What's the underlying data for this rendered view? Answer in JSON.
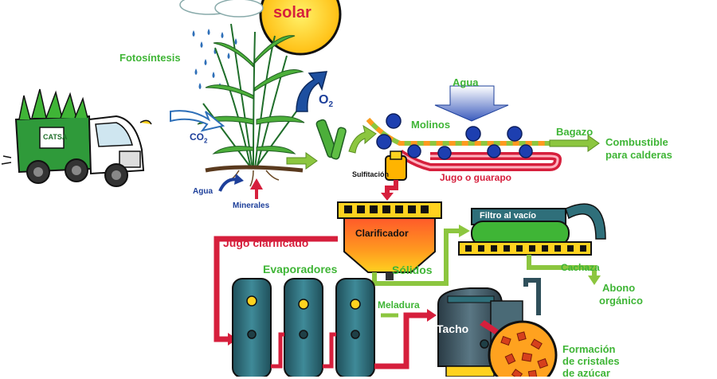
{
  "sun": {
    "label": "solar"
  },
  "photosynthesis": {
    "title": "Fotosíntesis",
    "co2": "CO",
    "co2_sub": "2",
    "o2": "O",
    "o2_sub": "2",
    "water": "Agua",
    "minerals": "Minerales"
  },
  "truck": {
    "brand": "CATSA"
  },
  "mill": {
    "water": "Agua",
    "mills": "Molinos",
    "juice": "Jugo o guarapo",
    "sulfitation": "Sulfitación",
    "bagasse": "Bagazo",
    "fuel_line1": "Combustible",
    "fuel_line2": "para calderas"
  },
  "clarification": {
    "clarifier": "Clarificador",
    "clarified_juice": "Jugo clarificado",
    "solids": "Sólidos",
    "vacuum_filter": "Filtro al vacío",
    "filter_cake": "Cachaza",
    "fertilizer_line1": "Abono",
    "fertilizer_line2": "orgánico"
  },
  "evaporation": {
    "evaporators": "Evaporadores",
    "syrup": "Meladura"
  },
  "crystallization": {
    "pan": "Tacho",
    "crystals_line1": "Formación",
    "crystals_line2": "de cristales",
    "crystals_line3": "de azúcar"
  },
  "colors": {
    "flow_green": "#8cc63f",
    "juice_red": "#d61f3c",
    "water_blue": "#1d3f9a",
    "equipment_teal": "#2f6f7a",
    "label_green": "#3fb536",
    "sun_yellow": "#ffd21f"
  }
}
